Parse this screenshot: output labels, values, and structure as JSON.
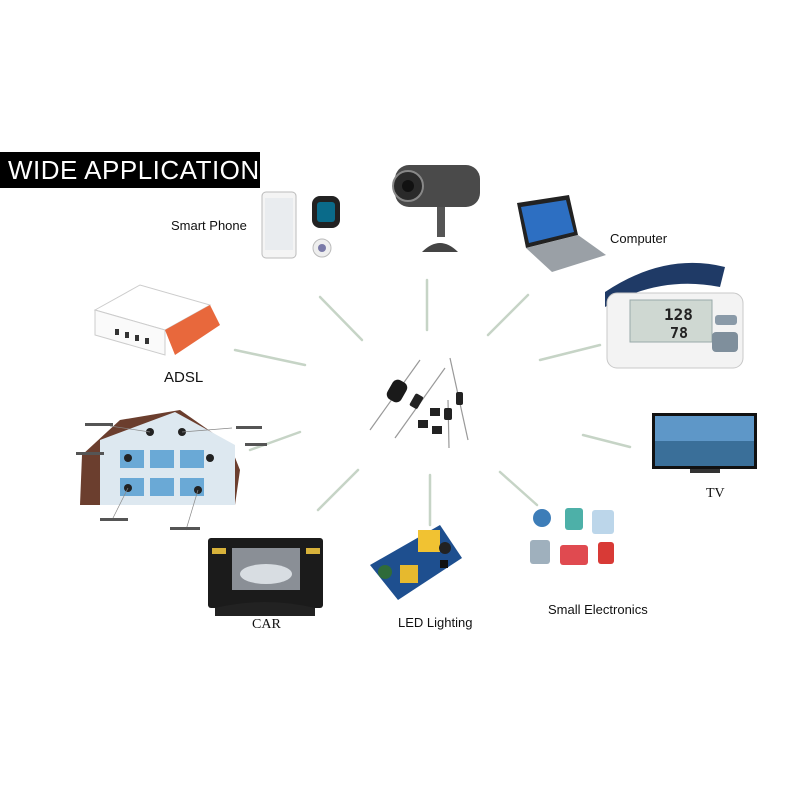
{
  "banner": {
    "title": "WIDE APPLICATION"
  },
  "labels": {
    "smart_phone": "Smart Phone",
    "computer": "Computer",
    "adsl": "ADSL",
    "tv": "TV",
    "car": "CAR",
    "led_lighting": "LED Lighting",
    "small_electronics": "Small Electronics"
  },
  "monitor": {
    "systolic": "128",
    "diastolic": "78"
  },
  "colors": {
    "banner_bg": "#000000",
    "banner_text": "#ffffff",
    "connector": "#c9d6c9",
    "adsl_accent": "#e8683c"
  }
}
